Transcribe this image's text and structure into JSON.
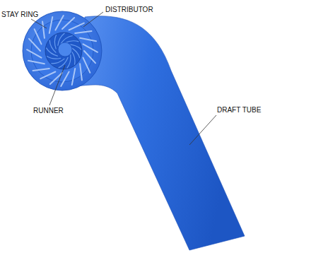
{
  "diagram": {
    "labels": [
      "STAY RING",
      "DISTRIBUTOR",
      "RUNNER",
      "DRAFT TUBE"
    ]
  }
}
